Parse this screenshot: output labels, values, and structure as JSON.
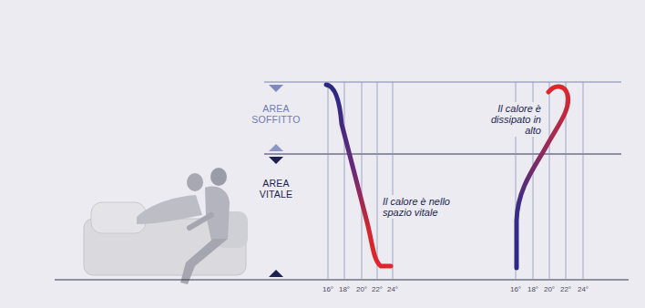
{
  "diagram": {
    "labels": [
      "AREA SOFFITTO",
      "AREA VITALE",
      "Il calore è nello spazio vitale",
      "16°",
      "18°",
      "20°",
      "22°",
      "24°",
      "Il calore è dissipato in alto",
      "16°",
      "18°",
      "20°",
      "22°",
      "24°"
    ]
  }
}
